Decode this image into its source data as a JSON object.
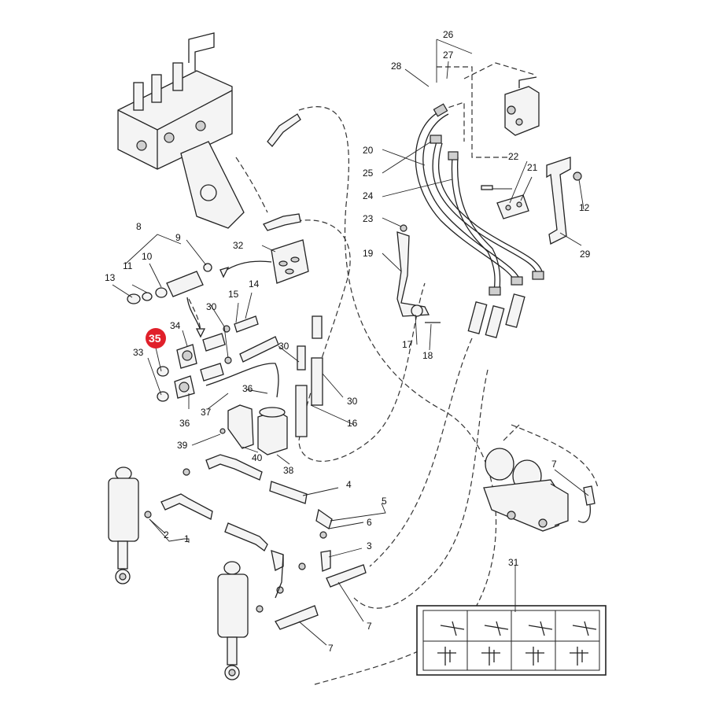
{
  "diagram": {
    "highlighted_callout": "35",
    "callouts": [
      "1",
      "2",
      "3",
      "4",
      "5",
      "6",
      "7",
      "7",
      "7",
      "8",
      "9",
      "10",
      "11",
      "12",
      "13",
      "14",
      "15",
      "16",
      "17",
      "18",
      "19",
      "20",
      "21",
      "22",
      "23",
      "24",
      "25",
      "26",
      "27",
      "28",
      "29",
      "30",
      "30",
      "30",
      "31",
      "32",
      "33",
      "34",
      "35",
      "36",
      "36",
      "37",
      "38",
      "39",
      "40"
    ]
  },
  "colors": {
    "highlight": "#e0202a",
    "line": "#222222"
  }
}
